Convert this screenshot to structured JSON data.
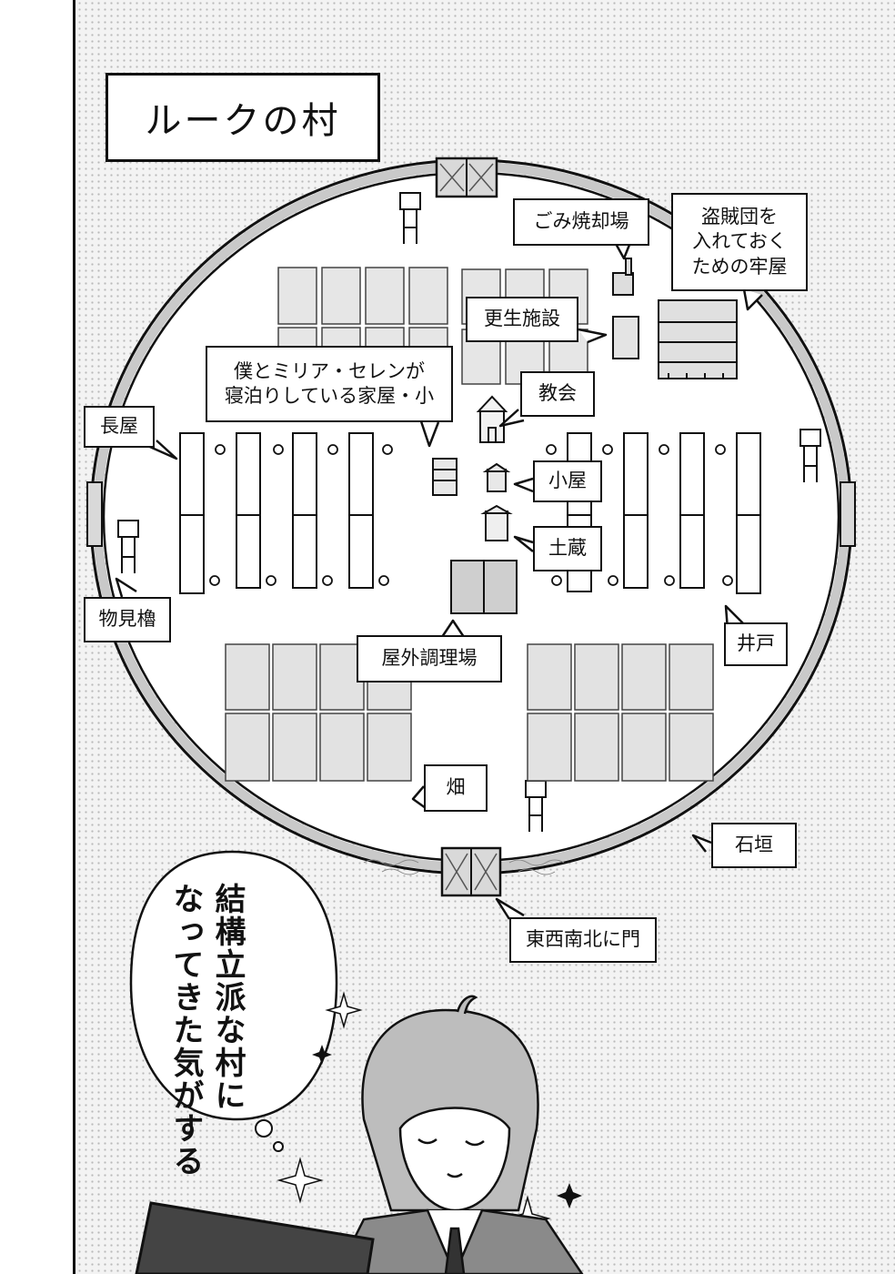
{
  "title": "ルークの村",
  "labels": {
    "trash": "ごみ焼却場",
    "prison_1": "盗賊団を",
    "prison_2": "入れておく",
    "prison_3": "ための牢屋",
    "rehab": "更生施設",
    "home_1": "僕とミリア・セレンが",
    "home_2": "寝泊りしている家屋・小",
    "church": "教会",
    "longhouse": "長屋",
    "hut": "小屋",
    "storehouse": "土蔵",
    "watchtower": "物見櫓",
    "outdoor_kitchen": "屋外調理場",
    "well": "井戸",
    "field": "畑",
    "stone_wall": "石垣",
    "gates": "東西南北に門"
  },
  "thought": {
    "line1": "結構立派な村に",
    "line2": "なってきた気がする"
  },
  "icons": [
    "gate-icon",
    "watchtower-icon",
    "sparkle-icon",
    "character-illustration"
  ]
}
